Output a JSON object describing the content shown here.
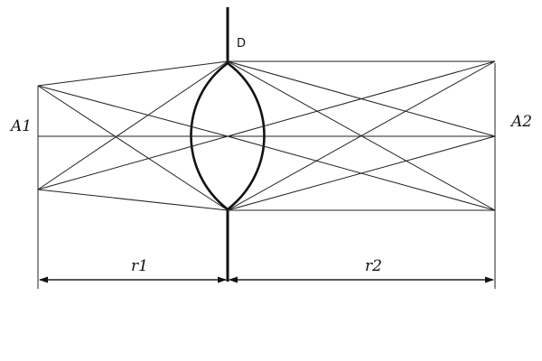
{
  "diagram": {
    "labels": {
      "lens": "D",
      "object_plane": "A1",
      "image_plane": "A2",
      "object_distance": "r1",
      "image_distance": "r2"
    }
  }
}
